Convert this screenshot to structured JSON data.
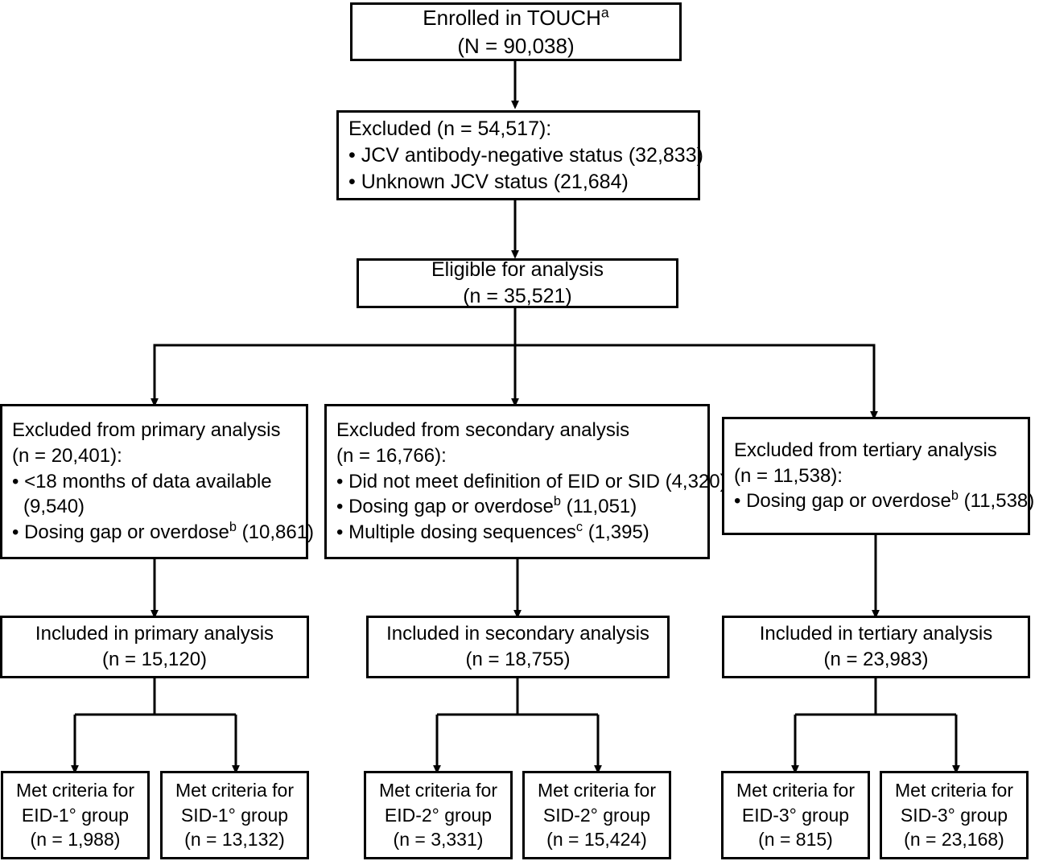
{
  "diagram": {
    "title": "TOUCH study CONSORT-style participant flow diagram",
    "line_color": "#000000",
    "box_border_color": "#000000",
    "background_color": "#ffffff"
  },
  "nodes": {
    "enrolled": {
      "line1": "Enrolled in TOUCH",
      "sup1": "a",
      "line2": "(N = 90,038)"
    },
    "excluded_initial": {
      "header": "Excluded (n = 54,517):",
      "bullet1": "• JCV antibody-negative status (32,833)",
      "bullet2": "• Unknown JCV status (21,684)"
    },
    "eligible": {
      "line1": "Eligible for analysis",
      "line2": "(n = 35,521)"
    },
    "excluded_primary": {
      "header1": "Excluded from primary analysis",
      "header2": "(n = 20,401):",
      "bullet1": "• <18 months of data available",
      "bullet1_cont": "(9,540)",
      "bullet2_pre": "• Dosing gap or overdose",
      "bullet2_sup": "b",
      "bullet2_post": " (10,861)"
    },
    "excluded_secondary": {
      "header1": "Excluded from secondary analysis",
      "header2": "(n = 16,766):",
      "bullet1": "• Did not meet definition of EID or SID (4,320)",
      "bullet2_pre": "• Dosing gap or overdose",
      "bullet2_sup": "b",
      "bullet2_post": " (11,051)",
      "bullet3_pre": "• Multiple dosing sequences",
      "bullet3_sup": "c",
      "bullet3_post": " (1,395)"
    },
    "excluded_tertiary": {
      "header1": "Excluded from tertiary analysis",
      "header2": "(n = 11,538):",
      "bullet1_pre": "• Dosing gap or overdose",
      "bullet1_sup": "b",
      "bullet1_post": " (11,538)"
    },
    "included_primary": {
      "line1": "Included in primary analysis",
      "line2": "(n = 15,120)"
    },
    "included_secondary": {
      "line1": "Included in secondary analysis",
      "line2": "(n = 18,755)"
    },
    "included_tertiary": {
      "line1": "Included in tertiary analysis",
      "line2": "(n = 23,983)"
    },
    "eid1": {
      "line1": "Met criteria for",
      "line2": "EID-1° group",
      "line3": "(n = 1,988)"
    },
    "sid1": {
      "line1": "Met criteria for",
      "line2": "SID-1° group",
      "line3": "(n = 13,132)"
    },
    "eid2": {
      "line1": "Met criteria for",
      "line2": "EID-2° group",
      "line3": "(n = 3,331)"
    },
    "sid2": {
      "line1": "Met criteria for",
      "line2": "SID-2° group",
      "line3": "(n = 15,424)"
    },
    "eid3": {
      "line1": "Met criteria for",
      "line2": "EID-3° group",
      "line3": "(n = 815)"
    },
    "sid3": {
      "line1": "Met criteria for",
      "line2": "SID-3° group",
      "line3": "(n = 23,168)"
    }
  }
}
